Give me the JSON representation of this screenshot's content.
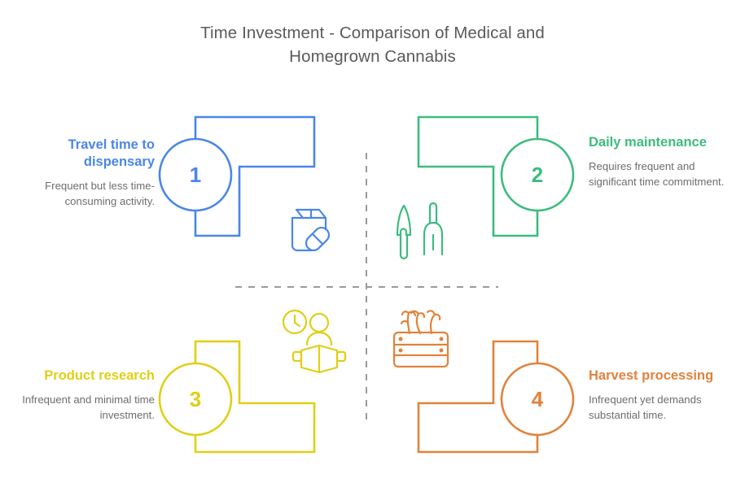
{
  "title": {
    "line1": "Time Investment - Comparison of Medical and",
    "line2": "Homegrown Cannabis"
  },
  "colors": {
    "blue": "#4a86e8",
    "green": "#3cbc7e",
    "yellow": "#e0cf16",
    "orange": "#e2823a",
    "title_text": "#5a5a5a",
    "body_text": "#6d6d6d",
    "divider": "#9a9a9a",
    "background": "#ffffff"
  },
  "divider": {
    "name": "dashed-cross-divider",
    "style": "dashed",
    "color": "#9a9a9a"
  },
  "quadrants": [
    {
      "id": "top-left",
      "number": "1",
      "heading": "Travel time to dispensary",
      "description": "Frequent but less time-consuming activity.",
      "color": "#4a86e8",
      "icon": "package-pill-icon",
      "icon_label": "Package with pill",
      "align": "right"
    },
    {
      "id": "top-right",
      "number": "2",
      "heading": "Daily maintenance",
      "description": "Requires frequent and significant time commitment.",
      "color": "#3cbc7e",
      "icon": "garden-tools-icon",
      "icon_label": "Trowel and garden fork",
      "align": "left"
    },
    {
      "id": "bottom-left",
      "number": "3",
      "heading": "Product research",
      "description": "Infrequent and minimal time investment.",
      "color": "#e0cf16",
      "icon": "clock-reader-icon",
      "icon_label": "Clock and person reading a book",
      "align": "right"
    },
    {
      "id": "bottom-right",
      "number": "4",
      "heading": "Harvest processing",
      "description": "Infrequent yet demands substantial time.",
      "color": "#e2823a",
      "icon": "harvest-crate-icon",
      "icon_label": "Crate with harvested produce",
      "align": "left"
    }
  ]
}
